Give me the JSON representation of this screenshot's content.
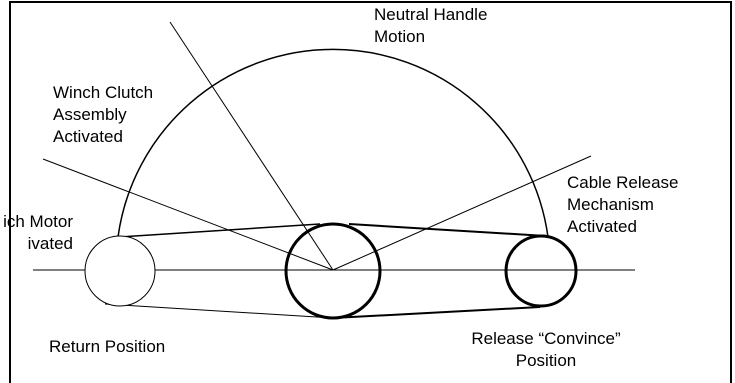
{
  "labels": {
    "neutral_handle_motion": [
      "Neutral Handle",
      "Motion"
    ],
    "winch_clutch_assembly_activated": [
      "Winch Clutch",
      "Assembly",
      "Activated"
    ],
    "winch_motor_activated": [
      "ich Motor",
      "ivated"
    ],
    "cable_release_mechanism_activated": [
      "Cable Release",
      "Mechanism",
      "Activated"
    ],
    "return_position": "Return Position",
    "release_convince_position": [
      "Release “Convince”",
      "Position"
    ]
  },
  "colors": {
    "stroke": "#000000",
    "background": "#ffffff"
  }
}
